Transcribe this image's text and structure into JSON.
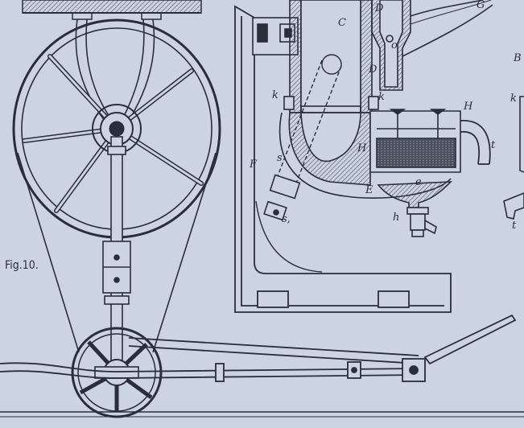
{
  "figure": {
    "caption": "Fig.10.",
    "labels": {
      "C": "C",
      "D_top": "D",
      "D_mid": "D",
      "G": "G",
      "o": "o",
      "k_left": "k",
      "k_mid": "k",
      "k_right": "k",
      "H_right": "H",
      "H_left": "H",
      "t_spout": "t",
      "F": "F",
      "s": "s",
      "s1": "s,",
      "E": "E",
      "e": "e",
      "h": "h",
      "B": "B",
      "t_edge": "t"
    }
  },
  "colors": {
    "paper": "#ccd3e2",
    "ink": "#2a2e3a",
    "hatch": "#4a5060"
  }
}
